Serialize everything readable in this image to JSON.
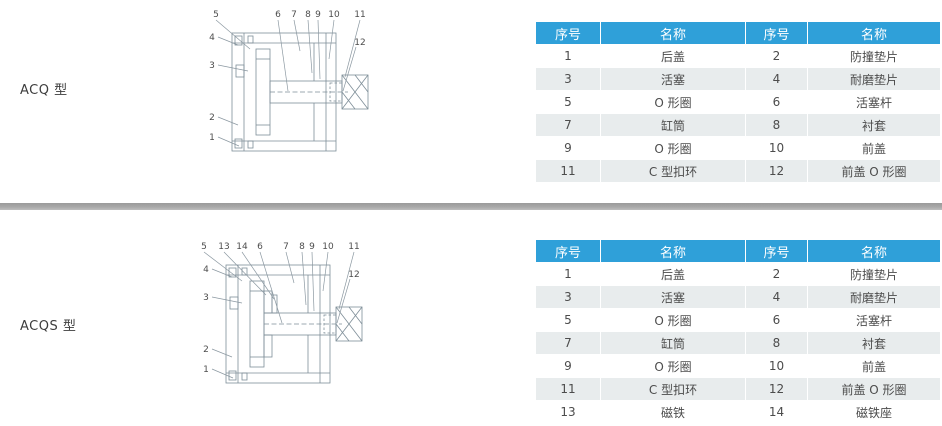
{
  "sections": [
    {
      "label": "ACQ 型",
      "diagram": {
        "top_labels": [
          "5",
          "6",
          "7",
          "8",
          "9",
          "10",
          "11"
        ],
        "right_label": "12",
        "left_labels": [
          "4",
          "3",
          "2",
          "1"
        ]
      },
      "table": {
        "headers": [
          "序号",
          "名称",
          "序号",
          "名称"
        ],
        "rows": [
          [
            "1",
            "后盖",
            "2",
            "防撞垫片"
          ],
          [
            "3",
            "活塞",
            "4",
            "耐磨垫片"
          ],
          [
            "5",
            "O 形圈",
            "6",
            "活塞杆"
          ],
          [
            "7",
            "缸筒",
            "8",
            "衬套"
          ],
          [
            "9",
            "O 形圈",
            "10",
            "前盖"
          ],
          [
            "11",
            "C 型扣环",
            "12",
            "前盖 O 形圈"
          ]
        ]
      }
    },
    {
      "label": "ACQS 型",
      "diagram": {
        "top_labels": [
          "5",
          "13",
          "14",
          "6",
          "7",
          "8",
          "9",
          "10",
          "11"
        ],
        "right_label": "12",
        "left_labels": [
          "4",
          "3",
          "2",
          "1"
        ]
      },
      "table": {
        "headers": [
          "序号",
          "名称",
          "序号",
          "名称"
        ],
        "rows": [
          [
            "1",
            "后盖",
            "2",
            "防撞垫片"
          ],
          [
            "3",
            "活塞",
            "4",
            "耐磨垫片"
          ],
          [
            "5",
            "O 形圈",
            "6",
            "活塞杆"
          ],
          [
            "7",
            "缸筒",
            "8",
            "衬套"
          ],
          [
            "9",
            "O 形圈",
            "10",
            "前盖"
          ],
          [
            "11",
            "C 型扣环",
            "12",
            "前盖 O 形圈"
          ],
          [
            "13",
            "磁铁",
            "14",
            "磁铁座"
          ]
        ]
      }
    }
  ],
  "colors": {
    "table_header_bg": "#2FA0D9",
    "table_alt_row_bg": "#E8ECED",
    "divider_gray": "#A3A3A3"
  }
}
